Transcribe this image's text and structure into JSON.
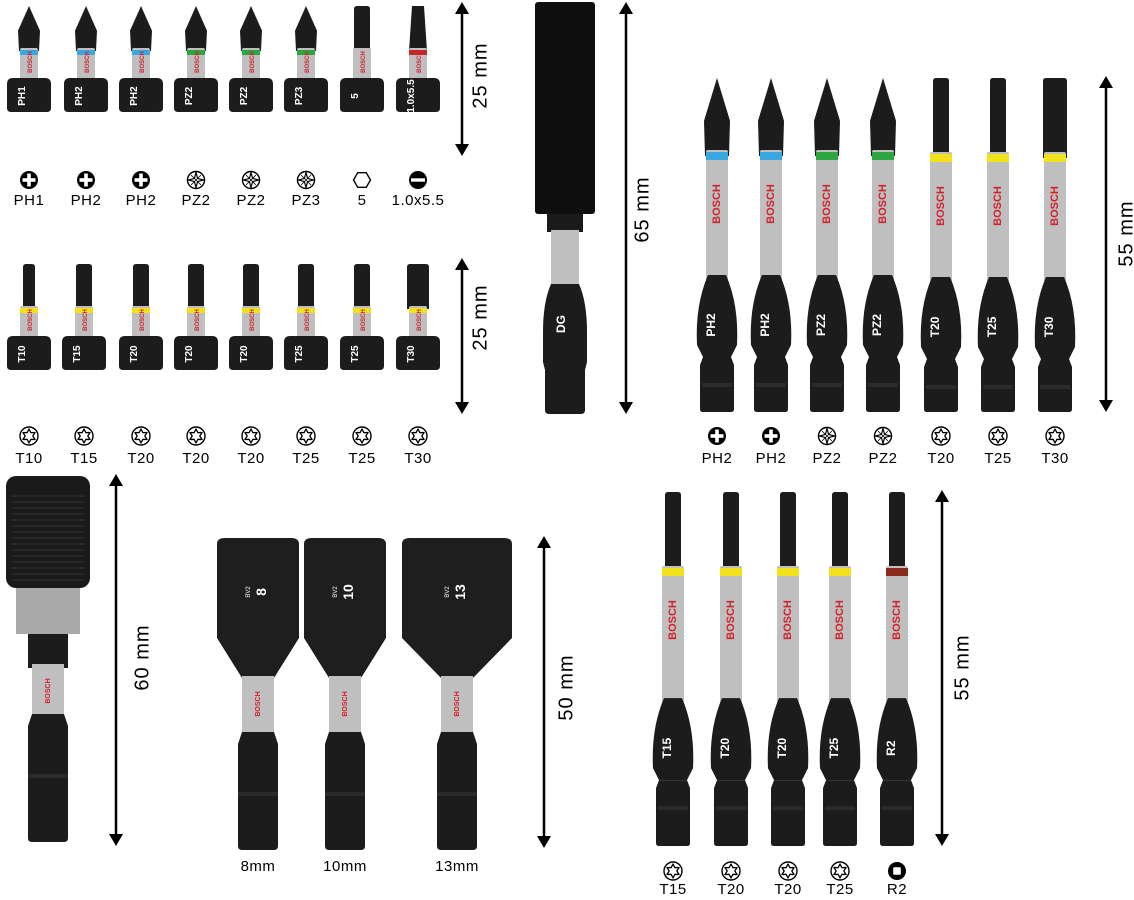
{
  "colors": {
    "bit_black": "#1c1c1c",
    "band_grey": "#bfbfbf",
    "ph_band": "#3aa8e0",
    "pz_band": "#2da642",
    "torx_band": "#f1e21b",
    "slot_band": "#c0282d",
    "r_band": "#8a2b1e",
    "bosch_red": "#d3212c"
  },
  "brand": "BOSCH",
  "bv2_mark": "BV2",
  "row1": {
    "dimension": "25 mm",
    "bits": [
      {
        "label": "PH1",
        "marking": "PH1",
        "symbol": "phillips-icon",
        "band": "ph_band"
      },
      {
        "label": "PH2",
        "marking": "PH2",
        "symbol": "phillips-icon",
        "band": "ph_band"
      },
      {
        "label": "PH2",
        "marking": "PH2",
        "symbol": "phillips-icon",
        "band": "ph_band"
      },
      {
        "label": "PZ2",
        "marking": "PZ2",
        "symbol": "pozidriv-icon",
        "band": "pz_band"
      },
      {
        "label": "PZ2",
        "marking": "PZ2",
        "symbol": "pozidriv-icon",
        "band": "pz_band"
      },
      {
        "label": "PZ3",
        "marking": "PZ3",
        "symbol": "pozidriv-icon",
        "band": "pz_band"
      },
      {
        "label": "5",
        "marking": "5",
        "symbol": "hex-icon",
        "band": "band_grey"
      },
      {
        "label": "1.0x5.5",
        "marking": "1.0x5.5",
        "symbol": "slot-icon",
        "band": "slot_band"
      }
    ]
  },
  "row2": {
    "dimension": "25 mm",
    "bits": [
      {
        "label": "T10",
        "marking": "T10",
        "symbol": "torx-icon",
        "band": "torx_band"
      },
      {
        "label": "T15",
        "marking": "T15",
        "symbol": "torx-icon",
        "band": "torx_band"
      },
      {
        "label": "T20",
        "marking": "T20",
        "symbol": "torx-icon",
        "band": "torx_band"
      },
      {
        "label": "T20",
        "marking": "T20",
        "symbol": "torx-icon",
        "band": "torx_band"
      },
      {
        "label": "T20",
        "marking": "T20",
        "symbol": "torx-icon",
        "band": "torx_band"
      },
      {
        "label": "T25",
        "marking": "T25",
        "symbol": "torx-icon",
        "band": "torx_band"
      },
      {
        "label": "T25",
        "marking": "T25",
        "symbol": "torx-icon",
        "band": "torx_band"
      },
      {
        "label": "T30",
        "marking": "T30",
        "symbol": "torx-icon",
        "band": "torx_band"
      }
    ]
  },
  "guide": {
    "marking": "DG",
    "dimension": "65 mm"
  },
  "long_bits_top": {
    "dimension": "55 mm",
    "bits": [
      {
        "label": "PH2",
        "marking": "PH2",
        "symbol": "phillips-icon",
        "band": "ph_band"
      },
      {
        "label": "PH2",
        "marking": "PH2",
        "symbol": "phillips-icon",
        "band": "ph_band"
      },
      {
        "label": "PZ2",
        "marking": "PZ2",
        "symbol": "pozidriv-icon",
        "band": "pz_band"
      },
      {
        "label": "PZ2",
        "marking": "PZ2",
        "symbol": "pozidriv-icon",
        "band": "pz_band"
      },
      {
        "label": "T20",
        "marking": "T20",
        "symbol": "torx-icon",
        "band": "torx_band"
      },
      {
        "label": "T25",
        "marking": "T25",
        "symbol": "torx-icon",
        "band": "torx_band"
      },
      {
        "label": "T30",
        "marking": "T30",
        "symbol": "torx-icon",
        "band": "torx_band"
      }
    ]
  },
  "quick_holder": {
    "dimension": "60 mm"
  },
  "nut_setters": {
    "dimension": "50 mm",
    "items": [
      {
        "label": "8mm",
        "marking": "8"
      },
      {
        "label": "10mm",
        "marking": "10"
      },
      {
        "label": "13mm",
        "marking": "13"
      }
    ]
  },
  "long_bits_bottom": {
    "dimension": "55 mm",
    "bits": [
      {
        "label": "T15",
        "marking": "T15",
        "symbol": "torx-icon",
        "band": "torx_band"
      },
      {
        "label": "T20",
        "marking": "T20",
        "symbol": "torx-icon",
        "band": "torx_band"
      },
      {
        "label": "T20",
        "marking": "T20",
        "symbol": "torx-icon",
        "band": "torx_band"
      },
      {
        "label": "T25",
        "marking": "T25",
        "symbol": "torx-icon",
        "band": "torx_band"
      },
      {
        "label": "R2",
        "marking": "R2",
        "symbol": "square-icon",
        "band": "r_band"
      }
    ]
  }
}
